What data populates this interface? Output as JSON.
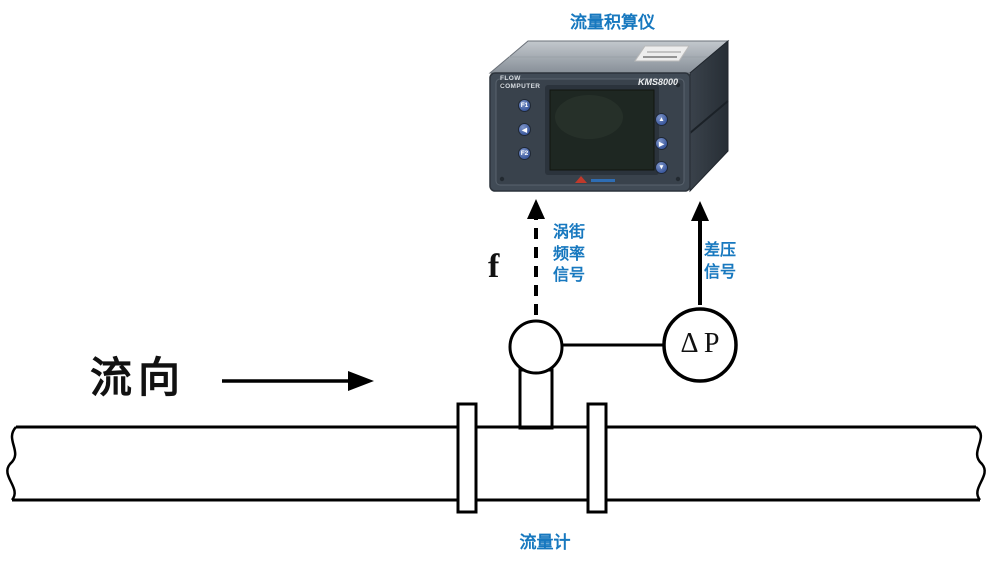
{
  "diagram": {
    "totalizer_label": "流量积算仪",
    "flowmeter_label": "流量计",
    "flow_direction_label": "流向",
    "frequency_symbol": "f",
    "vortex_signal_label": "涡街\n频率\n信号",
    "dp_signal_label": "差压\n信号",
    "delta_p_label": "Δ P"
  },
  "device": {
    "panel_brand": "FLOW\nCOMPUTER",
    "model": "KMS8000",
    "left_buttons": [
      "F1",
      "◀",
      "F2"
    ],
    "right_buttons": [
      "▲",
      "▶",
      "▼"
    ]
  },
  "colors": {
    "label_blue": "#1778bf",
    "line_black": "#000000",
    "device_body": "#414b56",
    "screen_dark": "#1e2722"
  }
}
